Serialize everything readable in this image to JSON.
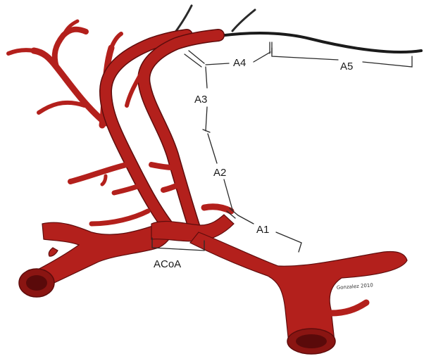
{
  "segments": {
    "a1": "A1",
    "a2": "A2",
    "a3": "A3",
    "a4": "A4",
    "a5": "A5",
    "acoa": "ACoA"
  },
  "artist_signature": "Gonzalez 2010",
  "colors": {
    "vessel_fill": "#b3201c",
    "vessel_outline": "#5e0c0c",
    "vessel_lumen": "#5a0a0a",
    "label_line": "#2a2a2a"
  }
}
